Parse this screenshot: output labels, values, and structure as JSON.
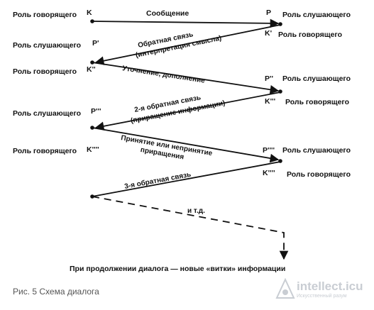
{
  "nodes": {
    "k1": {
      "role": "Роль говорящего",
      "letter": "K"
    },
    "p1": {
      "role": "Роль слушающего",
      "letter": "P"
    },
    "k1b": {
      "role": "Роль говорящего",
      "letter": "K'"
    },
    "p1b": {
      "role": "Роль слушающего",
      "letter": "P'"
    },
    "k2": {
      "role": "Роль говорящего",
      "letter": "K''"
    },
    "p2": {
      "role": "Роль слушающего",
      "letter": "P''"
    },
    "k2b": {
      "role": "Роль говорящего",
      "letter": "K'''"
    },
    "p2b": {
      "role": "Роль слушающего",
      "letter": "P'''"
    },
    "k3": {
      "role": "Роль говорящего",
      "letter": "K''''"
    },
    "p3": {
      "role": "Роль слушающего",
      "letter": "P''''"
    },
    "k3b": {
      "role": "Роль говорящего",
      "letter": "K''''"
    }
  },
  "edges": {
    "message": "Сообщение",
    "feedback1": {
      "line1": "Обратная связь",
      "line2": "(интерпретация смысла)"
    },
    "clarify": "Уточнение, дополнение",
    "feedback2": {
      "line1": "2-я обратная связь",
      "line2": "(приращение информации)"
    },
    "accept": {
      "line1": "Принятие или непринятие",
      "line2": "приращения"
    },
    "feedback3": "3-я обратная связь",
    "etc": "и т.д."
  },
  "footer": "При продолжении диалога — новые «витки» информации",
  "caption": "Рис. 5 Схема диалога",
  "watermark": {
    "title": "intellect.icu",
    "subtitle": "Искусственный разум"
  }
}
